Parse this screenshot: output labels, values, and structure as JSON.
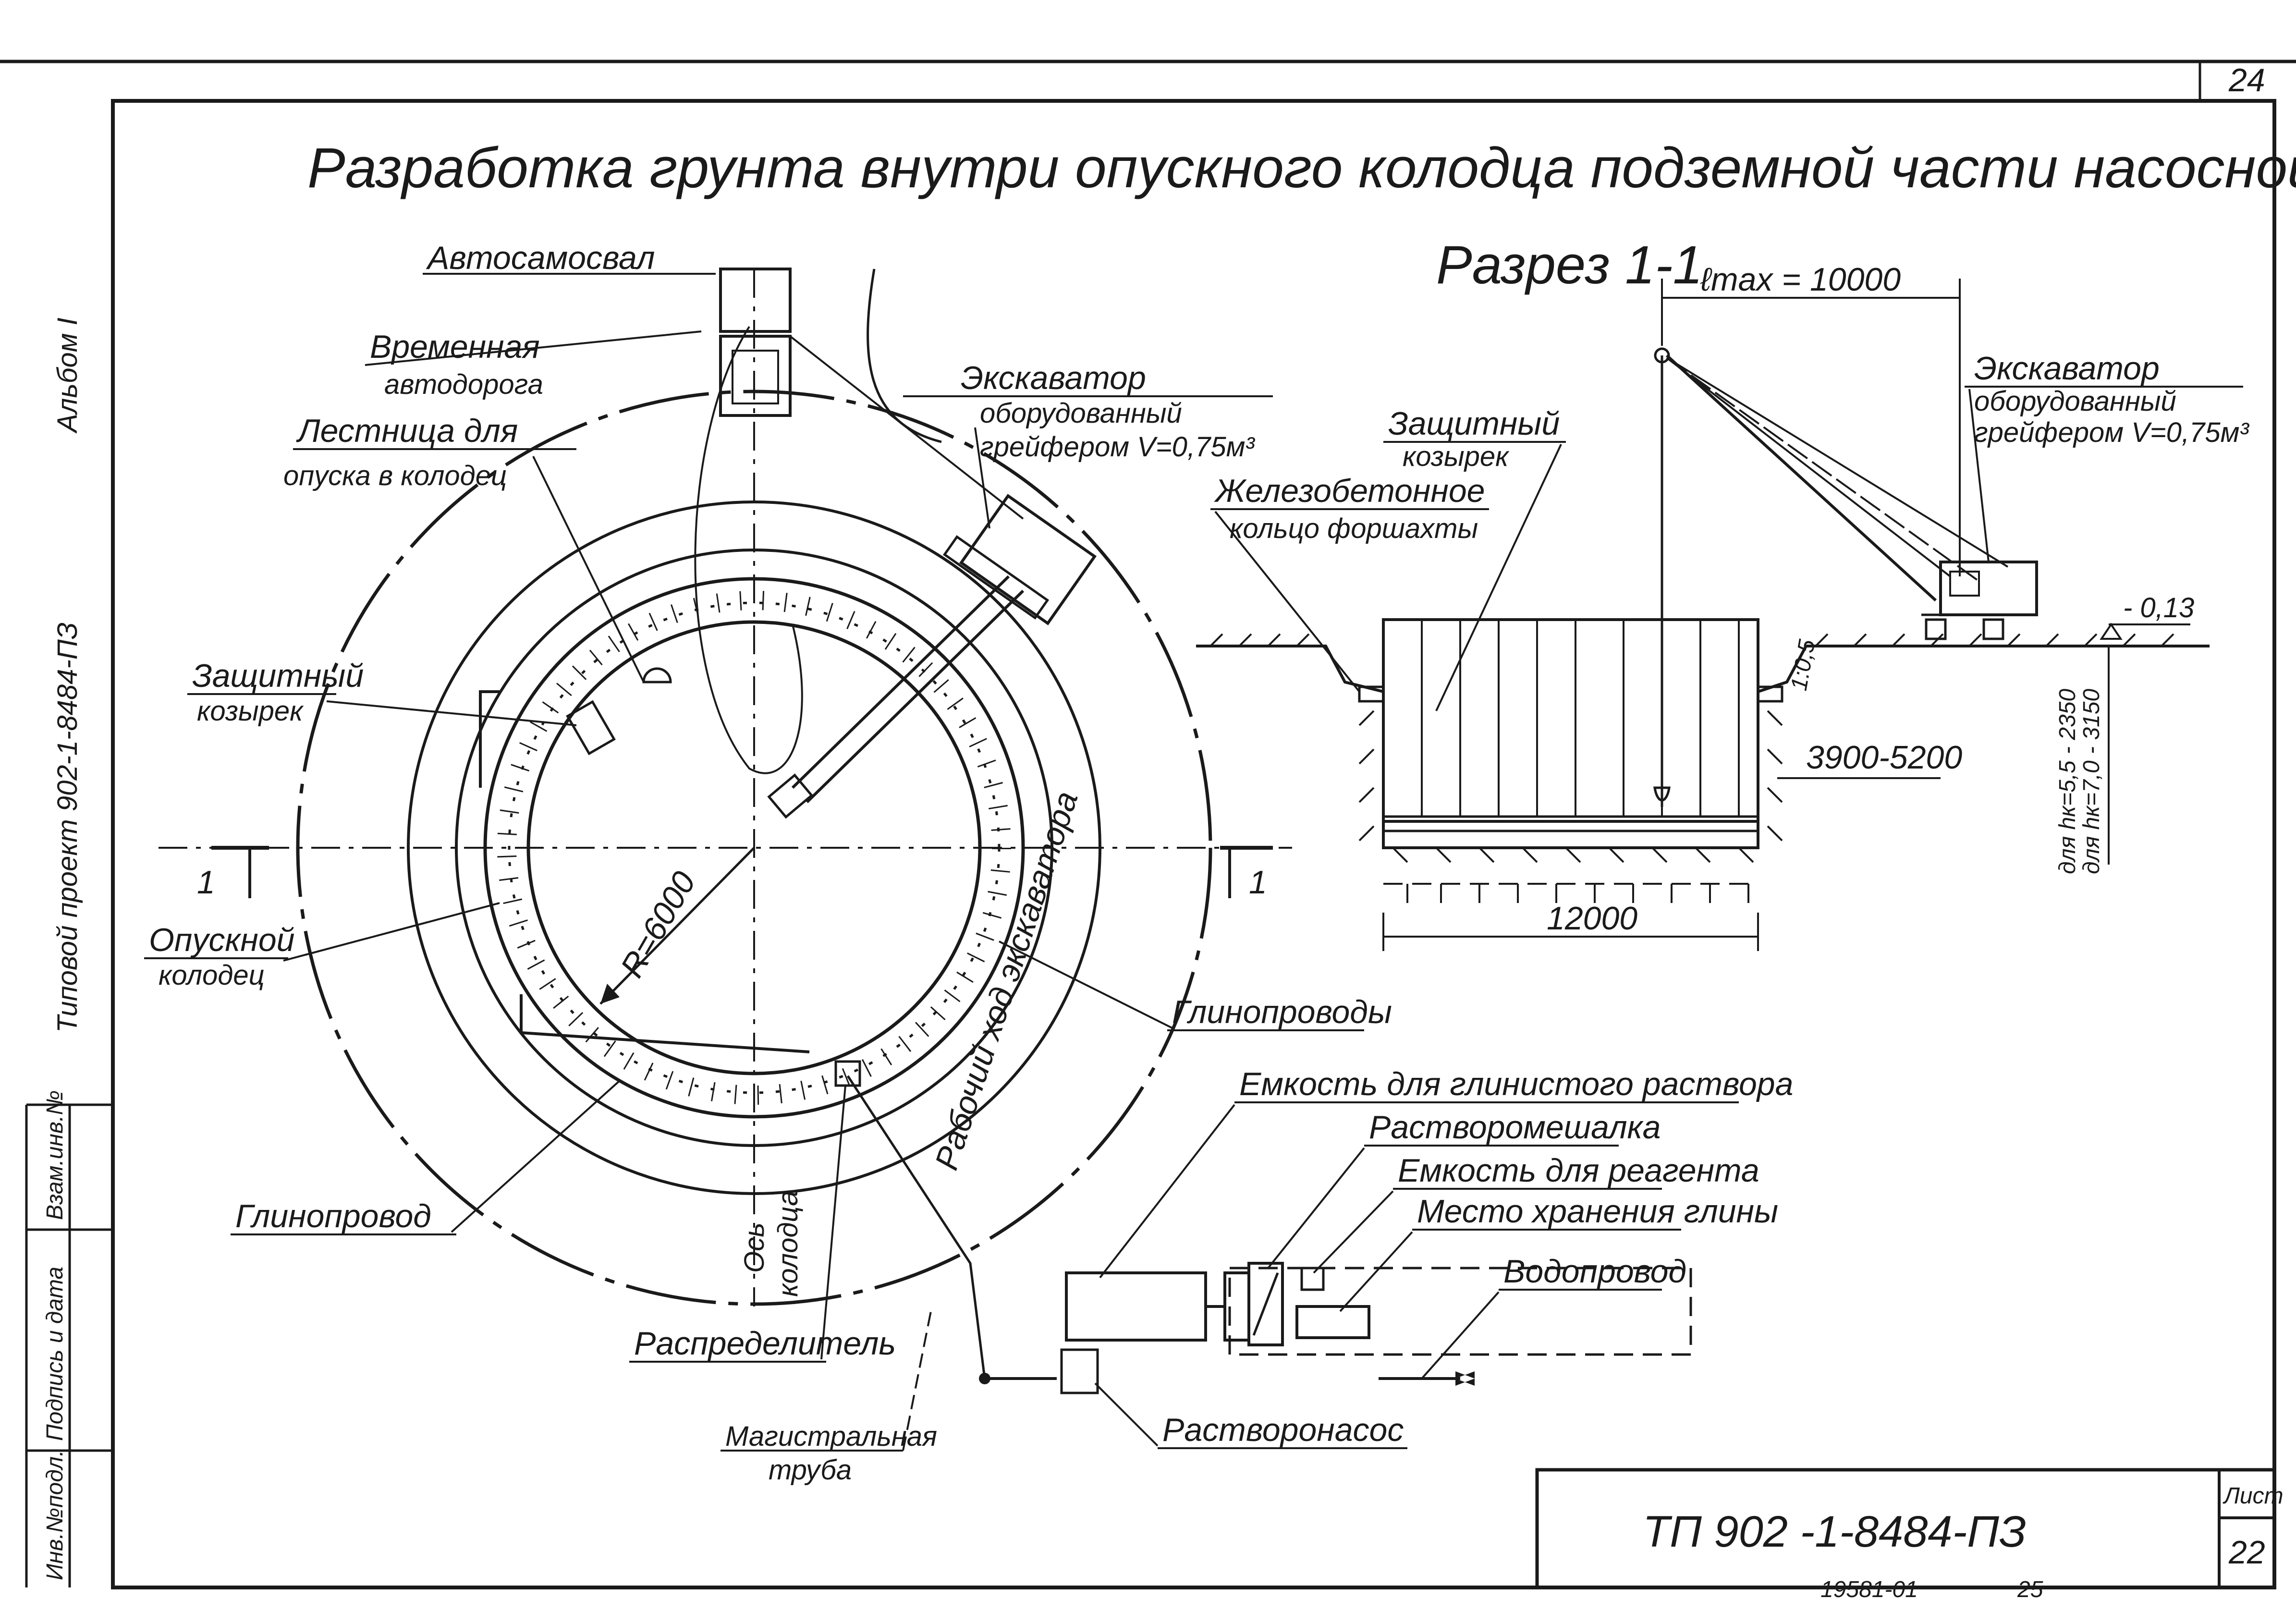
{
  "sheet": {
    "corner_number": "24",
    "title": "Разработка грунта внутри опускного колодца подземной части насосной станции",
    "stamp_code": "ТП 902 -1-8484-ПЗ",
    "sheet_label": "Лист",
    "sheet_number": "22",
    "bottom_code": "19581-01",
    "bottom_number": "25"
  },
  "side_margin": {
    "album": "Альбом I",
    "project": "Типовой проект 902-1-8484-ПЗ",
    "inv_no": "Инв.№подл.",
    "sign_date": "Подпись и дата",
    "replace_inv": "Взам.инв.№"
  },
  "plan": {
    "dump_truck": "Автосамосвал",
    "temp_road_1": "Временная",
    "temp_road_2": "автодорога",
    "ladder_1": "Лестница для",
    "ladder_2": "опуска в колодец",
    "excavator_1": "Экскаватор",
    "excavator_2": "оборудованный",
    "excavator_3": "грейфером V=0,75м³",
    "canopy_1": "Защитный",
    "canopy_2": "козырек",
    "section_mark_left": "1",
    "section_mark_right": "1",
    "caisson_1": "Опускной",
    "caisson_2": "колодец",
    "radius": "R=6000",
    "work_path": "Рабочий ход экскаватора",
    "clay_lines": "Глинопроводы",
    "clay_line": "Глинопровод",
    "axis_1": "Ось",
    "axis_2": "колодца",
    "distributor": "Распределитель",
    "main_pipe_1": "Магистральная",
    "main_pipe_2": "труба",
    "clay_tank": "Емкость для глинистого раствора",
    "mixer": "Растворомешалка",
    "reagent_tank": "Емкость для реагента",
    "clay_storage": "Место хранения глины",
    "water_pipe": "Водопровод",
    "mortar_pump": "Растворонасос"
  },
  "section": {
    "title": "Разрез 1-1",
    "reach": "ℓmax = 10000",
    "canopy_1": "Защитный",
    "canopy_2": "козырек",
    "ring_1": "Железобетонное",
    "ring_2": "кольцо форшахты",
    "excavator_1": "Экскаватор",
    "excavator_2": "оборудованный",
    "excavator_3": "грейфером V=0,75м³",
    "level": "- 0,13",
    "slope": "1:0,5",
    "depth_1": "для hк=5,5 - 2350",
    "depth_2": "для hк=7,0 - 3150",
    "offset": "3900-5200",
    "width": "12000"
  }
}
